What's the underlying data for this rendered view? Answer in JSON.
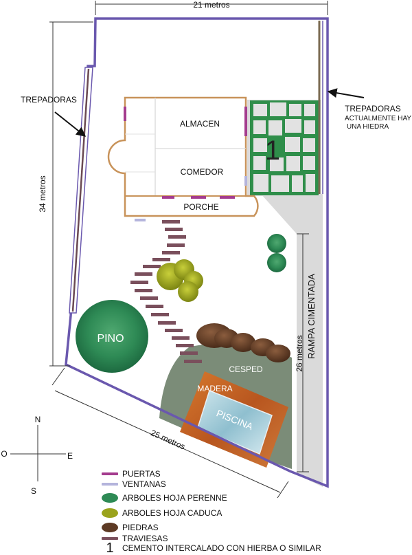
{
  "plan": {
    "top_dimension": "21 metros",
    "left_dimension": "34 metros",
    "bottom_dimension": "25 metros",
    "right_dimension": "26 metros",
    "trepadoras_left": "TREPADORAS",
    "trepadoras_right_title": "TREPADORAS",
    "trepadoras_right_line2": "ACTUALMENTE HAY",
    "trepadoras_right_line3": "UNA HIEDRA",
    "almacen": "ALMACEN",
    "comedor": "COMEDOR",
    "porche": "PORCHE",
    "pino": "PINO",
    "cesped": "CESPED",
    "madera": "MADERA",
    "piscina": "PISCINA",
    "rampa": "RAMPA CIMENTADA",
    "patio_number": "1"
  },
  "compass": {
    "n": "N",
    "s": "S",
    "e": "E",
    "o": "O"
  },
  "legend": [
    {
      "key": "puertas",
      "label": "PUERTAS",
      "kind": "line",
      "color": "#a43c8e"
    },
    {
      "key": "ventanas",
      "label": "VENTANAS",
      "kind": "line",
      "color": "#b4b4dc"
    },
    {
      "key": "perenne",
      "label": "ARBOLES HOJA PERENNE",
      "kind": "blob",
      "color": "#2e8a55"
    },
    {
      "key": "caduca",
      "label": "ARBOLES HOJA CADUCA",
      "kind": "blob",
      "color": "#9aa31c"
    },
    {
      "key": "piedras",
      "label": "PIEDRAS",
      "kind": "blob",
      "color": "#5d3a24"
    },
    {
      "key": "traviesas",
      "label": "TRAVIESAS",
      "kind": "line",
      "color": "#7a4f5c"
    },
    {
      "key": "cemento",
      "label": "CEMENTO INTERCALADO CON HIERBA O SIMILAR",
      "kind": "num",
      "symbol": "1"
    }
  ],
  "colors": {
    "boundary": "#6a58ae",
    "house_wall": "#c8935a",
    "door": "#a43c8e",
    "window": "#b4b4dc",
    "sleeper": "#7a4f5c",
    "concrete": "#dadada",
    "lawn": "#7b8c78",
    "evergreen": "#2e8a55",
    "deciduous": "#9aa31c",
    "stone": "#5d3a24",
    "wood": "#c8682a",
    "water": "#9fc8d3"
  }
}
